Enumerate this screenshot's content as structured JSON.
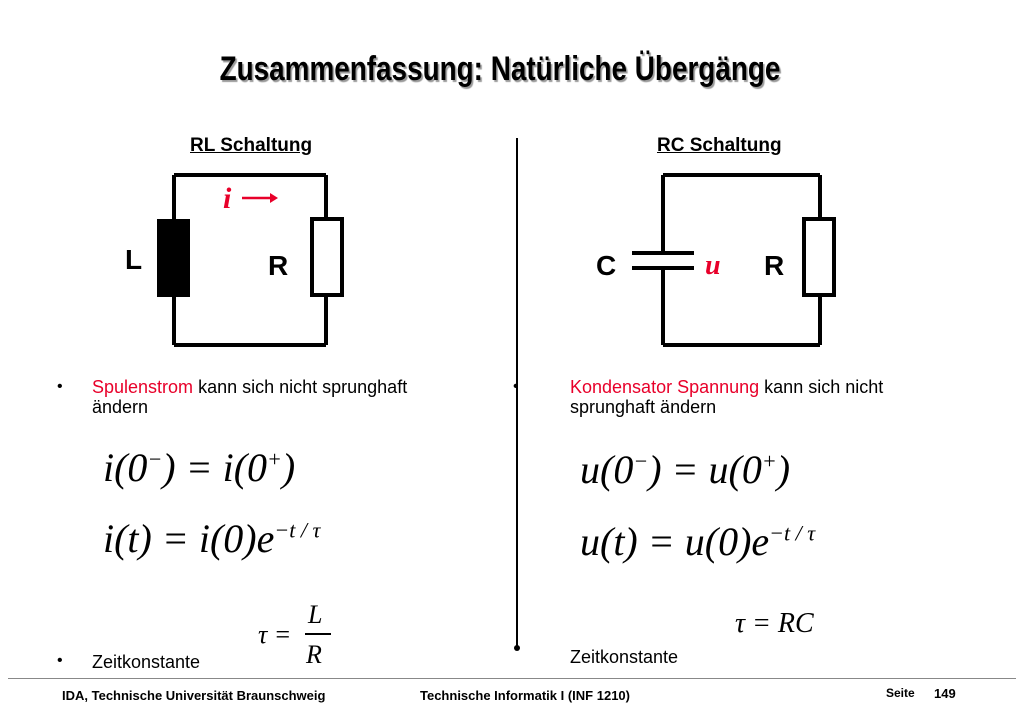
{
  "title": "Zusammenfassung: Natürliche Übergänge",
  "left": {
    "heading": "RL Schaltung",
    "label_L": "L",
    "label_R": "R",
    "label_i": "i",
    "bullet_red": "Spulenstrom",
    "bullet_rest_1": " kann sich nicht sprunghaft",
    "bullet_rest_2": "ändern",
    "eq1_l": "i(0",
    "eq1_m": ") = i(0",
    "eq1_r": ")",
    "eq2": "i(t) = i(0)e",
    "exp": "−t / τ",
    "tau_lhs": "τ =",
    "tau_num": "L",
    "tau_den": "R",
    "bullet2": "Zeitkonstante"
  },
  "right": {
    "heading": "RC Schaltung",
    "label_C": "C",
    "label_R": "R",
    "label_u": "u",
    "bullet_red": "Kondensator Spannung",
    "bullet_rest_1": " kann sich nicht",
    "bullet_rest_2": "sprunghaft ändern",
    "eq1_l": "u(0",
    "eq1_m": ") = u(0",
    "eq1_r": ")",
    "eq2": "u(t) = u(0)e",
    "exp": "−t / τ",
    "tau": "τ = RC",
    "bullet2": "Zeitkonstante"
  },
  "sup_minus": "−",
  "sup_plus": "+",
  "bullet_symbol": "•",
  "footer": {
    "left": "IDA, Technische Universität Braunschweig",
    "center": "Technische Informatik I (INF 1210)",
    "seite": "Seite",
    "page": "149"
  },
  "colors": {
    "accent": "#e8002a",
    "title_shadow": "#9a9a9a"
  }
}
